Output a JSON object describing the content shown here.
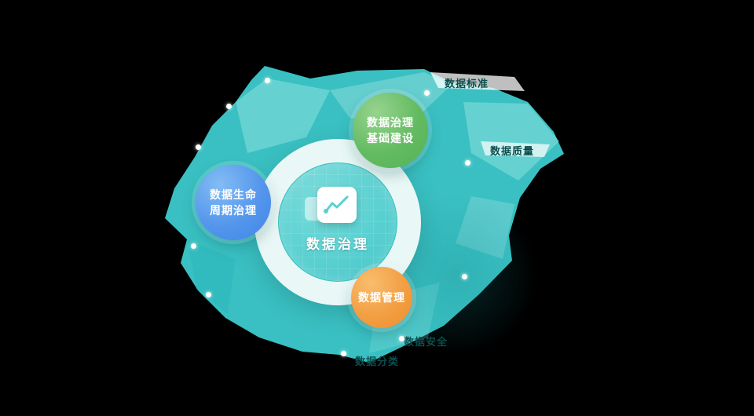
{
  "diagram_title": "数据治理",
  "colors": {
    "teal": "#3cc8ca",
    "tealLight": "#8fe3df",
    "tealDeep": "#2bb6ba",
    "ring": "#e9f8f6",
    "circuit": "#5ad0d1",
    "green": "#55b356",
    "blue": "#3f86e8",
    "orange": "#ee8d2f",
    "labelText": "#0a4f4d",
    "white": "#ffffff"
  },
  "center": {
    "title": "数据治理",
    "icon": "line-chart-icon"
  },
  "nodes": [
    {
      "id": "infrastructure",
      "color": "green",
      "lines": [
        "数据治理",
        "基础建设"
      ]
    },
    {
      "id": "lifecycle",
      "color": "blue",
      "lines": [
        "数据生命",
        "周期治理"
      ]
    },
    {
      "id": "management",
      "color": "orange",
      "lines": [
        "数据管理"
      ]
    }
  ],
  "floating_labels": [
    {
      "id": "top",
      "text": "数据标准"
    },
    {
      "id": "right",
      "text": "数据质量"
    },
    {
      "id": "bottom-mid",
      "text": "数据安全"
    },
    {
      "id": "bottom",
      "text": "数据分类"
    }
  ]
}
